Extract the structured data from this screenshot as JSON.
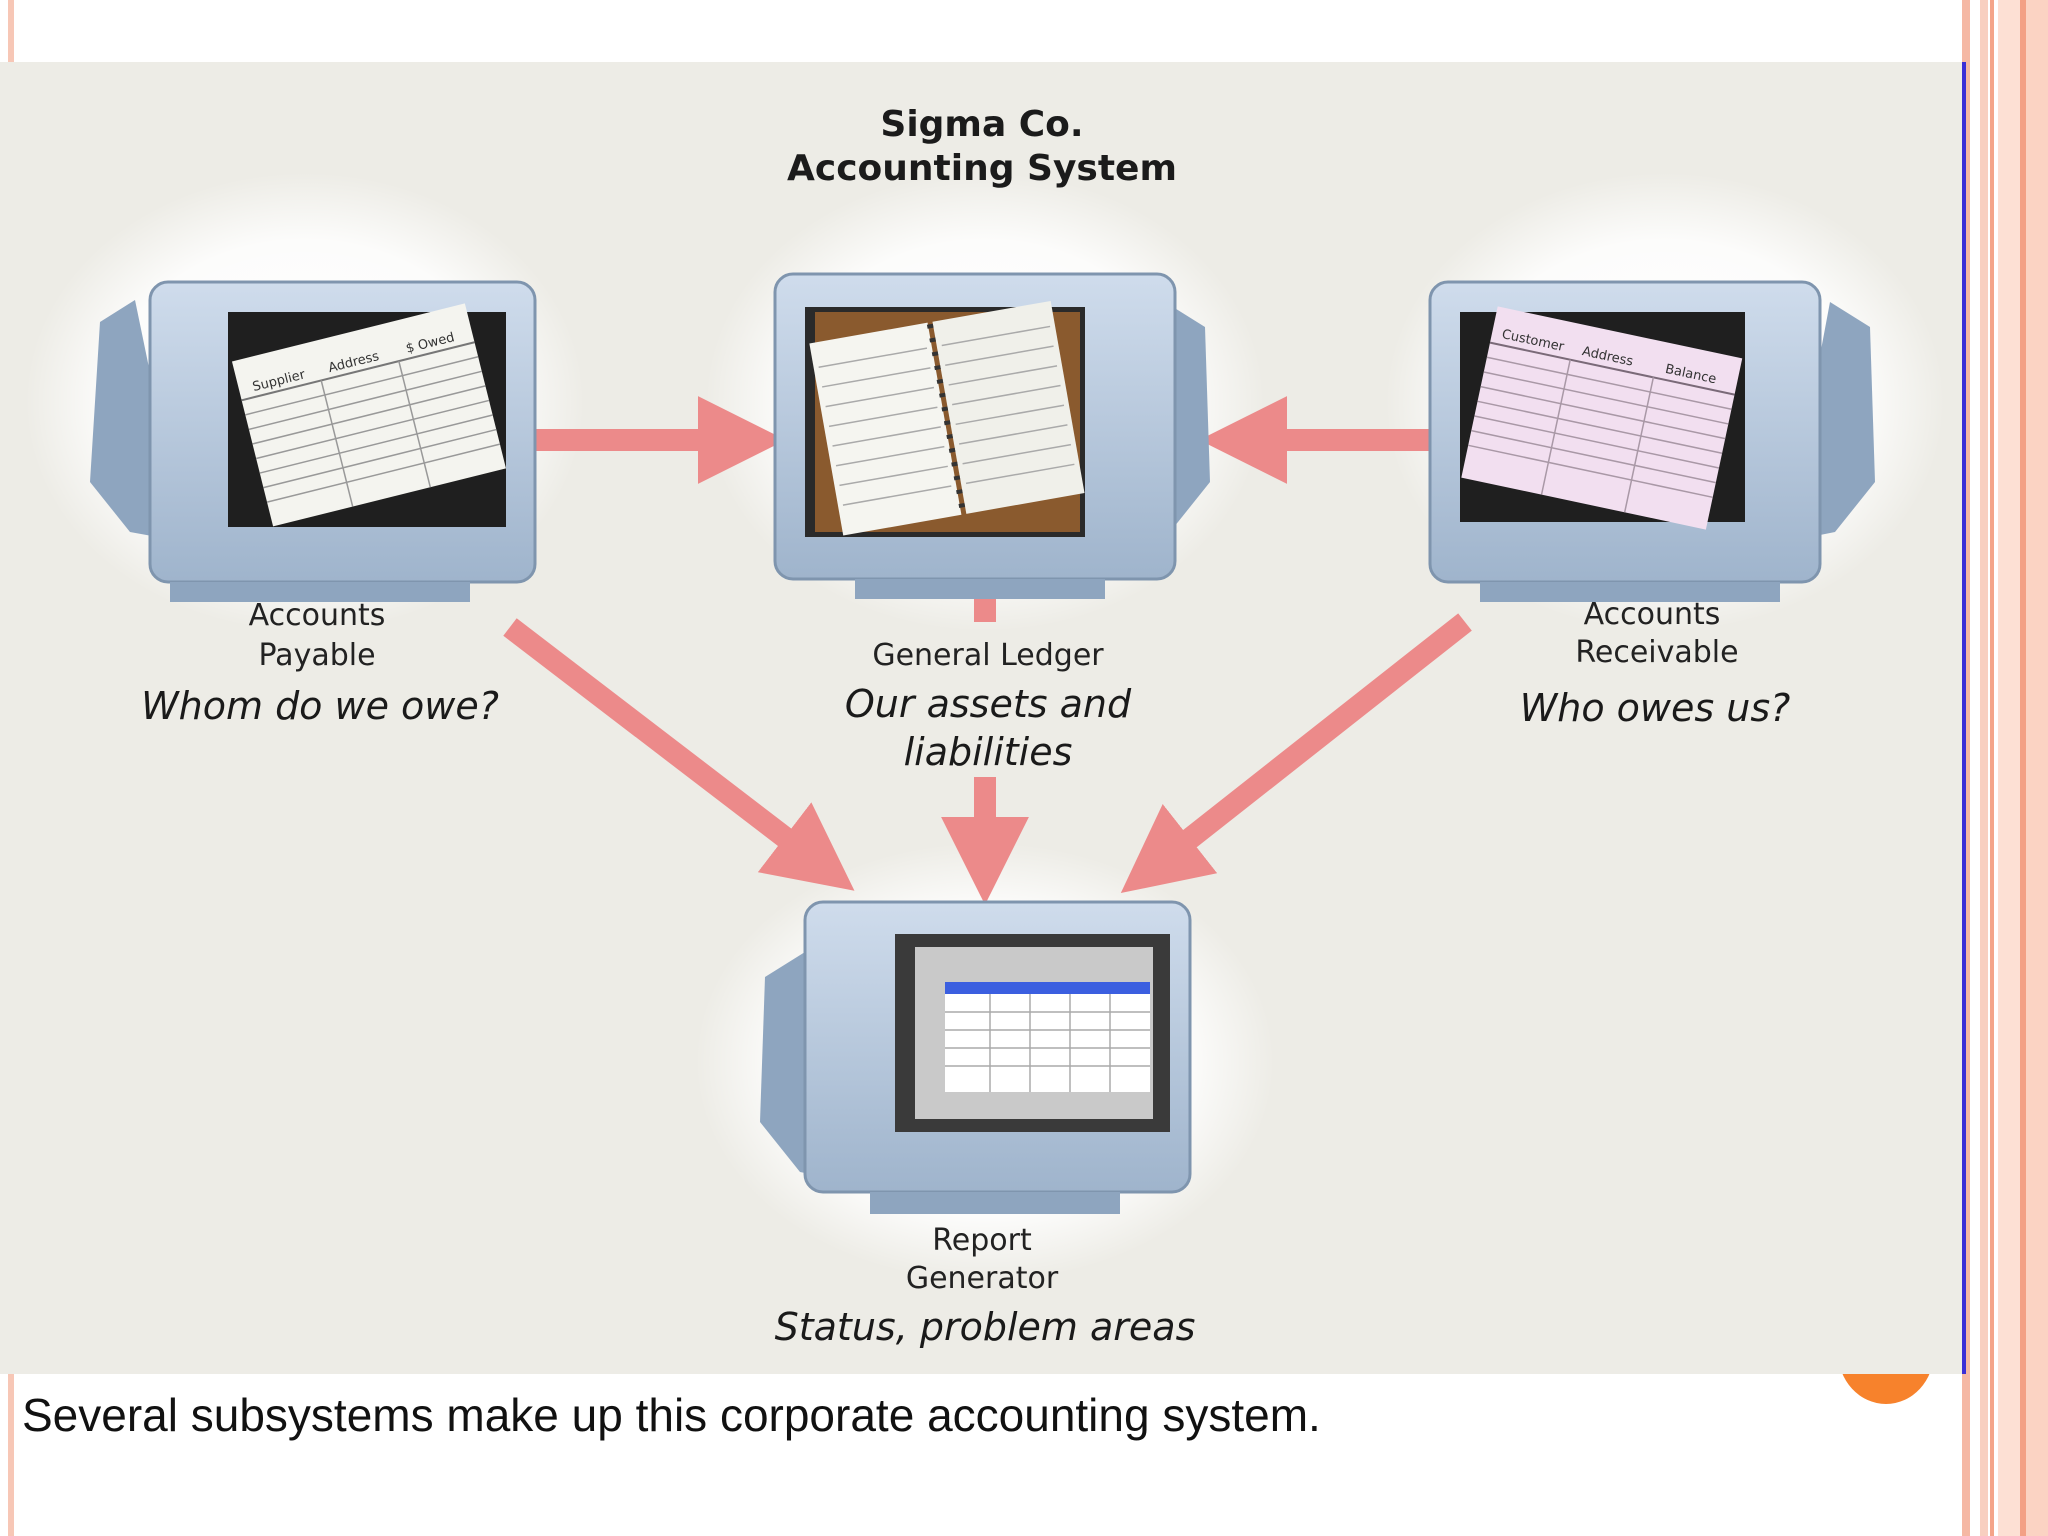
{
  "diagram": {
    "title_line1": "Sigma Co.",
    "title_line2": "Accounting System",
    "nodes": {
      "accounts_payable": {
        "label_line1": "Accounts",
        "label_line2": "Payable",
        "question": "Whom do we owe?",
        "screen_headers": [
          "Supplier",
          "Address",
          "$ Owed"
        ]
      },
      "general_ledger": {
        "label_line1": "General Ledger",
        "question_line1": "Our assets and",
        "question_line2": "liabilities"
      },
      "accounts_receivable": {
        "label_line1": "Accounts",
        "label_line2": "Receivable",
        "question": "Who owes us?",
        "screen_headers": [
          "Customer",
          "Address",
          "Balance"
        ]
      },
      "report_generator": {
        "label_line1": "Report",
        "label_line2": "Generator",
        "question": "Status, problem areas"
      }
    },
    "edges": [
      {
        "from": "Accounts Payable",
        "to": "General Ledger"
      },
      {
        "from": "Accounts Receivable",
        "to": "General Ledger"
      },
      {
        "from": "Accounts Payable",
        "to": "Report Generator"
      },
      {
        "from": "General Ledger",
        "to": "Report Generator"
      },
      {
        "from": "Accounts Receivable",
        "to": "Report Generator"
      }
    ],
    "colors": {
      "arrow": "#ec8a8a",
      "panel_background": "#edece6",
      "monitor": "#b9cbe0",
      "accent_bar": "#f7822c",
      "panel_edge": "#3b2fd6"
    }
  },
  "caption": "Several subsystems make up this corporate accounting system."
}
